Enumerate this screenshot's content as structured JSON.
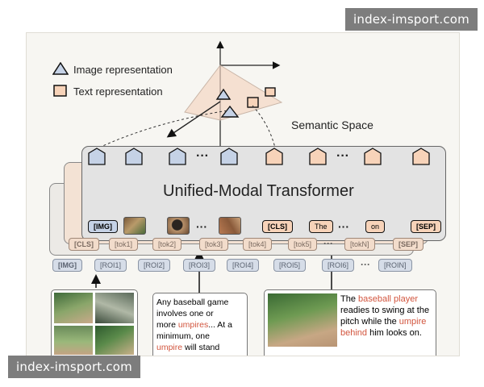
{
  "legend": {
    "image_label": "Image representation",
    "text_label": "Text representation"
  },
  "semantic_space_label": "Semantic Space",
  "transformer_title": "Unified-Modal Transformer",
  "top_row_tokens": [
    "[IMG]",
    "",
    "",
    "···",
    "",
    "[CLS]",
    "The",
    "···",
    "on",
    "[SEP]"
  ],
  "text_row_tokens": [
    "[CLS]",
    "[tok1]",
    "[tok2]",
    "[tok3]",
    "[tok4]",
    "[tok5]",
    "···",
    "[tokN]",
    "[SEP]"
  ],
  "image_row_tokens": [
    "[IMG]",
    "[ROI1]",
    "[ROI2]",
    "[ROI3]",
    "[ROI4]",
    "[ROI5]",
    "[ROI6]",
    "···",
    "[ROIN]"
  ],
  "output_ellipsis_a": "···",
  "output_ellipsis_b": "···",
  "text_card_lines": [
    "Any baseball game",
    "involves one or",
    "more umpires... At a",
    "minimum, one",
    "umpire will stand"
  ],
  "caption_card": {
    "p1": "The ",
    "p2": "baseball player",
    "p3": " readies to swing at the pitch while the ",
    "p4": "umpire behind",
    "p5": " him looks on."
  },
  "watermark_top": "index-imsport.com",
  "watermark_bottom": "index-imsport.com",
  "colors": {
    "image_token": "#c5d2e6",
    "text_token": "#f7d3b9",
    "highlight": "#d2553e",
    "plane": "#f4d8c6"
  }
}
